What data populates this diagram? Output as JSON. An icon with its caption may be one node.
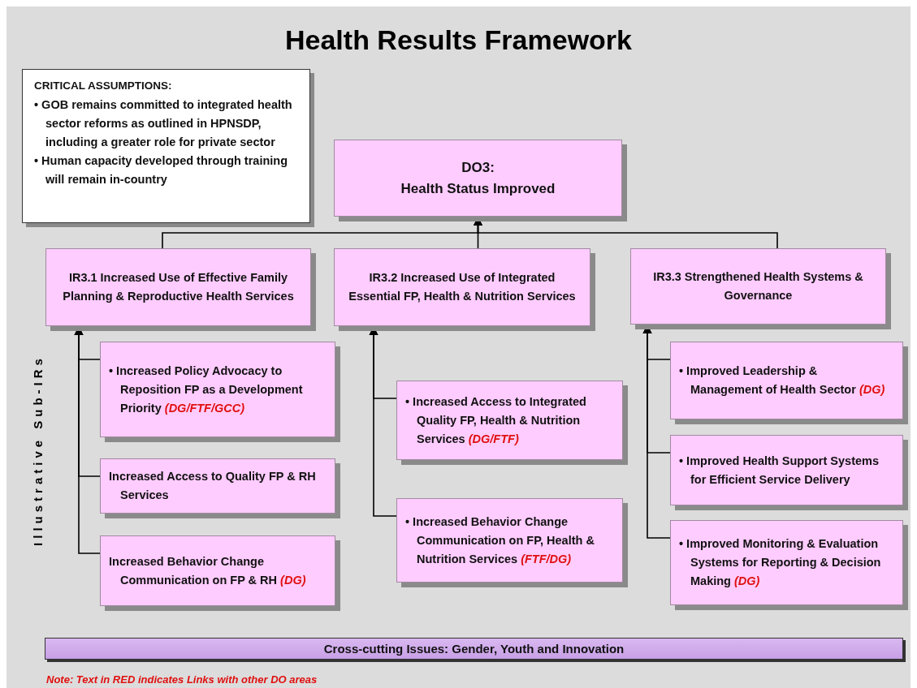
{
  "diagram": {
    "title": "Health Results Framework",
    "nodes": [
      {
        "text": [
          "CRITICAL ASSUMPTIONS:",
          "• GOB remains committed to integrated health sector reforms as outlined in HPNSDP, including a greater role for private sector",
          "• Human capacity developed through training will remain in-country"
        ]
      },
      {
        "text": [
          "DO3:",
          "Health Status Improved"
        ]
      },
      {
        "text": [
          "IR3.1 Increased Use of Effective Family Planning & Reproductive Health Services"
        ]
      },
      {
        "text": [
          "IR3.2 Increased Use of Integrated Essential FP, Health & Nutrition Services"
        ]
      },
      {
        "text": [
          "IR3.3 Strengthened Health Systems & Governance"
        ]
      },
      {
        "text": [
          "• Increased Policy Advocacy to Reposition FP as a Development Priority *(DG/FTF/GCC)*"
        ]
      },
      {
        "text": [
          "Increased Access to Quality FP & RH Services"
        ]
      },
      {
        "text": [
          "Increased Behavior Change Communication on FP & RH *(DG)*"
        ]
      },
      {
        "text": [
          "• Increased Access to Integrated Quality FP, Health & Nutrition Services *(DG/FTF)*"
        ]
      },
      {
        "text": [
          "• Increased Behavior Change Communication on FP, Health & Nutrition Services *(FTF/DG)*"
        ]
      },
      {
        "text": [
          "• Improved Leadership & Management of Health Sector *(DG)*"
        ]
      },
      {
        "text": [
          "• Improved Health Support Systems for Efficient Service Delivery"
        ]
      },
      {
        "text": [
          "• Improved Monitoring & Evaluation Systems for Reporting & Decision Making *(DG)*"
        ]
      },
      {
        "text": [
          "Cross-cutting Issues: Gender, Youth and Innovation"
        ]
      }
    ],
    "edges": [
      {
        "from": 2,
        "to": 1,
        "arrow": "to"
      },
      {
        "from": 3,
        "to": 1,
        "arrow": "to"
      },
      {
        "from": 4,
        "to": 1,
        "arrow": "to"
      },
      {
        "from": 5,
        "to": 2,
        "arrow": "to"
      },
      {
        "from": 6,
        "to": 2,
        "arrow": "to"
      },
      {
        "from": 7,
        "to": 2,
        "arrow": "to"
      },
      {
        "from": 8,
        "to": 3,
        "arrow": "to"
      },
      {
        "from": 9,
        "to": 3,
        "arrow": "to"
      },
      {
        "from": 10,
        "to": 4,
        "arrow": "to"
      },
      {
        "from": 11,
        "to": 4,
        "arrow": "to"
      },
      {
        "from": 12,
        "to": 4,
        "arrow": "to"
      }
    ],
    "labels": [
      "Illustrative Sub-IRs",
      "Note: Text in RED indicates Links with other DO areas"
    ]
  }
}
